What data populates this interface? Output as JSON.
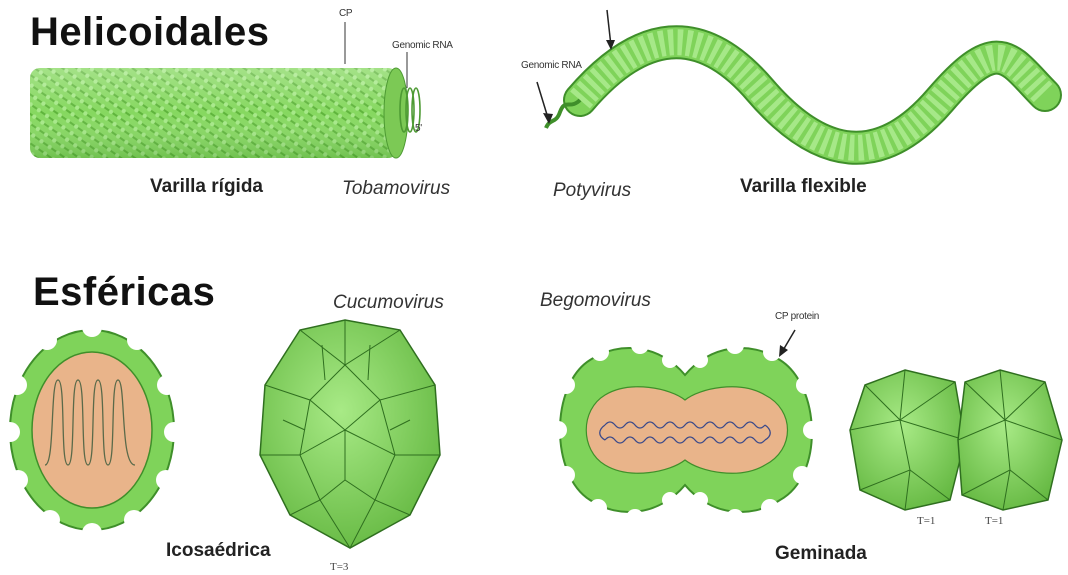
{
  "sections": {
    "helical_title": "Helicoidales",
    "spherical_title": "Esféricas"
  },
  "helical": {
    "rigid": {
      "label": "Varilla rígida",
      "genus": "Tobamovirus",
      "cp_label": "CP",
      "rna_label": "Genomic RNA",
      "end_label": "5'"
    },
    "flexible": {
      "label": "Varilla flexible",
      "genus": "Potyvirus",
      "rna_label": "Genomic RNA"
    }
  },
  "spherical": {
    "icosahedral": {
      "label": "Icosaédrica",
      "genus": "Cucumovirus",
      "t_number": "T=3"
    },
    "geminate": {
      "label": "Geminada",
      "genus": "Begomovirus",
      "cp_label": "CP protein",
      "t_left": "T=1",
      "t_right": "T=1"
    }
  },
  "colors": {
    "capsid_green": "#7fd35a",
    "capsid_dark": "#3f8f2a",
    "core_tan": "#e9b48a"
  }
}
